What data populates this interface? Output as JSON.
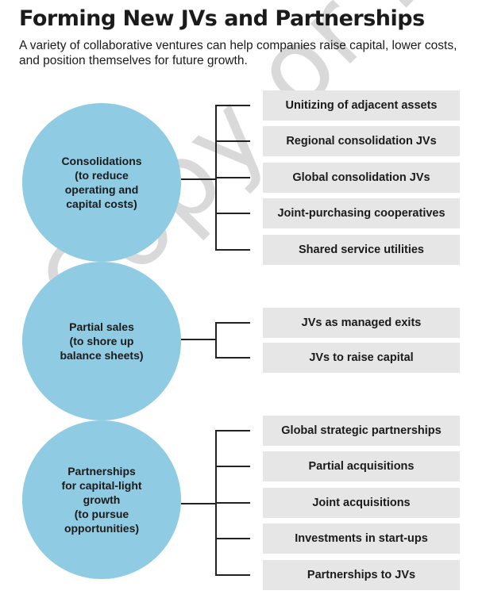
{
  "header": {
    "title": "Forming New JVs and Partnerships",
    "subtitle": "A variety of collaborative ventures can help companies raise capital, lower costs, and position themselves for future growth."
  },
  "groups": [
    {
      "label": "Consolidations\n(to reduce\noperating and\ncapital costs)",
      "items": [
        "Unitizing of adjacent assets",
        "Regional consolidation JVs",
        "Global consolidation JVs",
        "Joint-purchasing cooperatives",
        "Shared service utilities"
      ]
    },
    {
      "label": "Partial sales\n(to shore up\nbalance sheets)",
      "items": [
        "JVs as managed exits",
        "JVs to raise capital"
      ]
    },
    {
      "label": "Partnerships\nfor capital-light\ngrowth\n(to pursue\nopportunities)",
      "items": [
        "Global strategic partnerships",
        "Partial acquisitions",
        "Joint acquisitions",
        "Investments in start-ups",
        "Partnerships to JVs"
      ]
    }
  ],
  "watermark": {
    "text": "Copy or Post"
  },
  "colors": {
    "circle_fill": "#8fcbe2",
    "box_fill": "#e6e6e6",
    "connector": "#222222"
  }
}
